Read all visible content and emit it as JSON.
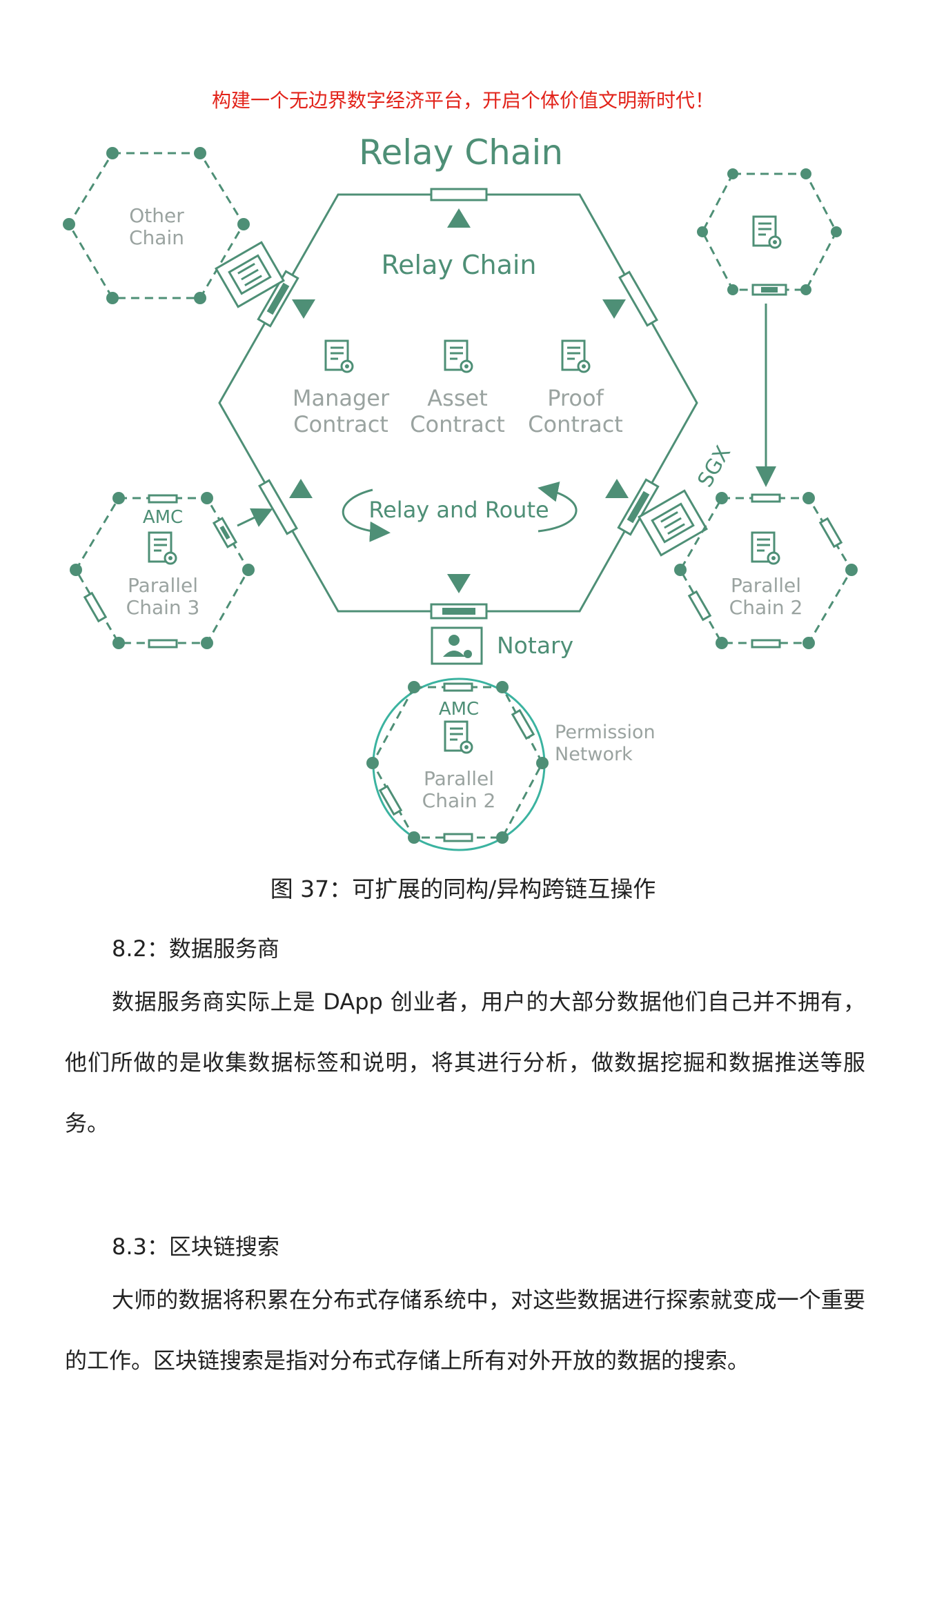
{
  "header": {
    "slogan": "构建一个无边界数字经济平台，开启个体价值文明新时代！"
  },
  "diagram": {
    "title": "Relay Chain",
    "inner_title": "Relay Chain",
    "contracts": [
      {
        "line1": "Manager",
        "line2": "Contract"
      },
      {
        "line1": "Asset",
        "line2": "Contract"
      },
      {
        "line1": "Proof",
        "line2": "Contract"
      }
    ],
    "relay_route": "Relay and Route",
    "sgx": "SGX",
    "notary": "Notary",
    "other_chain": {
      "line1": "Other",
      "line2": "Chain"
    },
    "parallel3": {
      "amc": "AMC",
      "line1": "Parallel",
      "line2": "Chain 3"
    },
    "parallel2_right": {
      "line1": "Parallel",
      "line2": "Chain 2"
    },
    "parallel2_bottom": {
      "amc": "AMC",
      "line1": "Parallel",
      "line2": "Chain 2"
    },
    "permission": {
      "line1": "Permission",
      "line2": "Network"
    },
    "colors": {
      "green": "#4e8f76",
      "light": "#9aa3a0",
      "teal": "#3bb3a0"
    }
  },
  "caption": "图 37：可扩展的同构/异构跨链互操作",
  "sections": [
    {
      "heading": "8.2：数据服务商",
      "body": "数据服务商实际上是 DApp 创业者，用户的大部分数据他们自己并不拥有，他们所做的是收集数据标签和说明，将其进行分析，做数据挖掘和数据推送等服务。"
    },
    {
      "heading": "8.3：区块链搜索",
      "body": "大师的数据将积累在分布式存储系统中，对这些数据进行探索就变成一个重要的工作。区块链搜索是指对分布式存储上所有对外开放的数据的搜索。"
    }
  ]
}
